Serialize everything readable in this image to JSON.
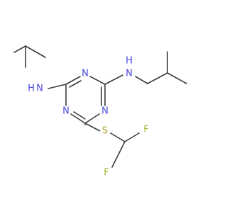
{
  "molecule": {
    "atom_labels": {
      "nh_left": "H",
      "n_left": "N",
      "n_ring_top": "N",
      "nh_right": "N",
      "h_right": "H",
      "n_ring_left": "N",
      "n_ring_right": "N",
      "s": "S",
      "f_top": "F",
      "f_bottom": "F"
    }
  },
  "colors": {
    "bond": "#3c3c3c",
    "nitrogen": "#4a4ae0",
    "sulfur": "#b4a01e",
    "fluorine": "#a0b428",
    "background": "#ffffff"
  }
}
